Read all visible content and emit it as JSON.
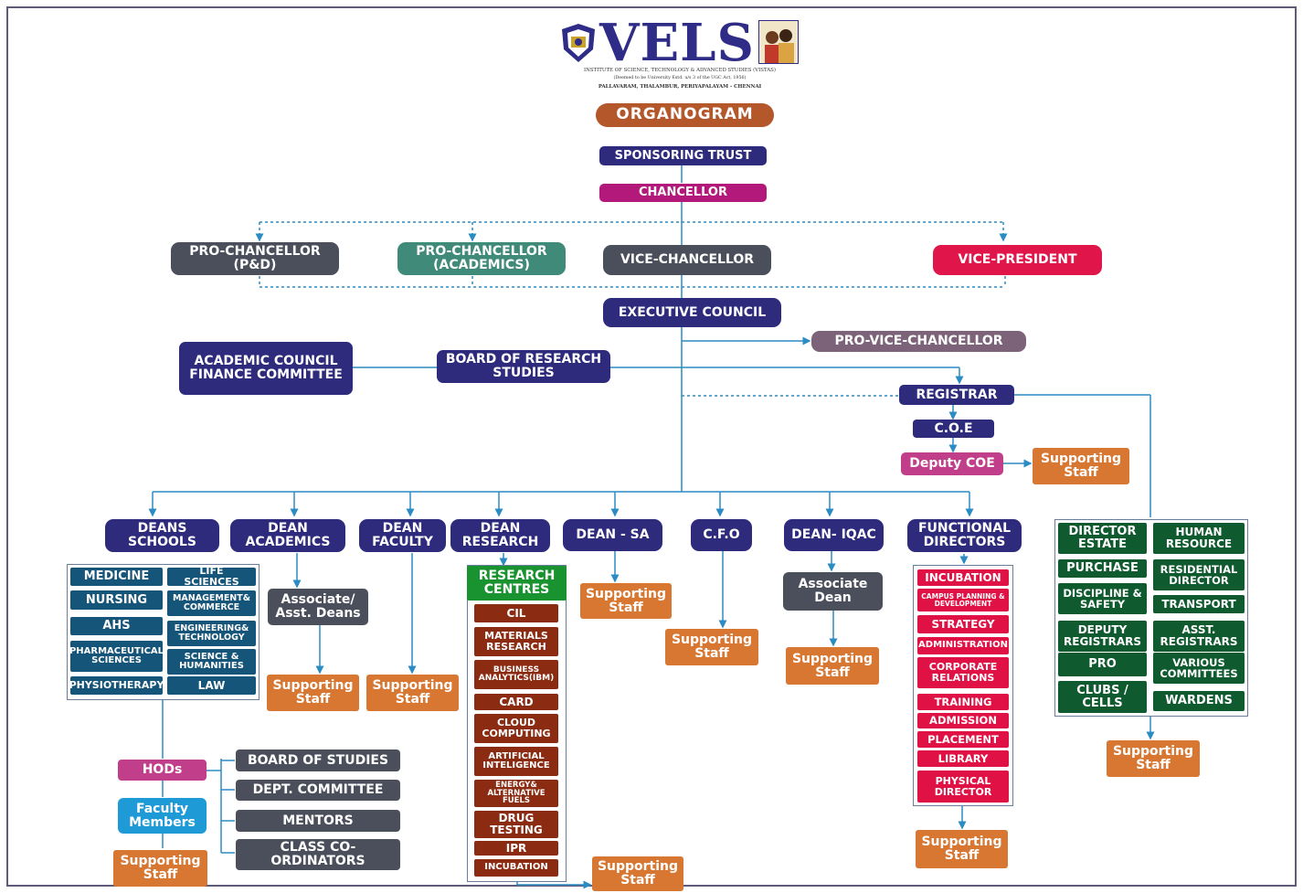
{
  "header": {
    "logo_mark": "VELS",
    "logo_title": "VELS",
    "institute_line": "INSTITUTE OF SCIENCE, TECHNOLOGY & ADVANCED STUDIES (VISTAS)",
    "deemed_line": "(Deemed to be University Estd. u/s 3 of the UGC Act, 1956)",
    "address_line": "PALLAVARAM, THALAMBUR, PERIYAPALAYAM - CHENNAI"
  },
  "top": {
    "organogram": "ORGANOGRAM",
    "sponsoring_trust": "SPONSORING TRUST",
    "chancellor": "CHANCELLOR",
    "pro_chancellor_pd": "PRO-CHANCELLOR (P&D)",
    "pro_chancellor_academics": "PRO-CHANCELLOR (ACADEMICS)",
    "vice_chancellor": "VICE-CHANCELLOR",
    "vice_president": "VICE-PRESIDENT",
    "executive_council": "EXECUTIVE COUNCIL",
    "pro_vice_chancellor": "PRO-VICE-CHANCELLOR",
    "academic_council": "ACADEMIC COUNCIL",
    "finance_committee": "FINANCE COMMITTEE",
    "board_of_research_studies": "BOARD OF RESEARCH STUDIES",
    "registrar": "REGISTRAR",
    "coe": "C.O.E",
    "deputy_coe": "Deputy COE",
    "supporting_staff_coe": "Supporting Staff"
  },
  "row": {
    "deans_schools": "DEANS SCHOOLS",
    "dean_academics": "DEAN ACADEMICS",
    "dean_faculty": "DEAN FACULTY",
    "dean_research": "DEAN RESEARCH",
    "dean_sa": "DEAN - SA",
    "cfo": "C.F.O",
    "dean_iqac": "DEAN- IQAC",
    "functional_directors": "FUNCTIONAL DIRECTORS"
  },
  "schools_left": [
    "MEDICINE",
    "NURSING",
    "AHS",
    "PHARMACEUTICAL SCIENCES",
    "PHYSIOTHERAPY"
  ],
  "schools_right": [
    "LIFE SCIENCES",
    "MANAGEMENT& COMMERCE",
    "ENGINEERING& TECHNOLOGY",
    "SCIENCE & HUMANITIES",
    "LAW"
  ],
  "academics": {
    "associate_deans": "Associate/ Asst. Deans",
    "supporting_staff": "Supporting Staff"
  },
  "faculty": {
    "supporting_staff": "Supporting Staff"
  },
  "research": {
    "centres": "RESEARCH CENTRES",
    "items": [
      "CIL",
      "MATERIALS RESEARCH",
      "BUSINESS ANALYTICS(IBM)",
      "CARD",
      "CLOUD COMPUTING",
      "ARTIFICIAL INTELIGENCE",
      "ENERGY& ALTERNATIVE FUELS",
      "DRUG TESTING",
      "IPR",
      "INCUBATION"
    ],
    "supporting_staff": "Supporting Staff"
  },
  "sa": {
    "supporting_staff": "Supporting Staff"
  },
  "cfo_branch": {
    "supporting_staff": "Supporting Staff"
  },
  "iqac": {
    "associate_dean": "Associate Dean",
    "supporting_staff": "Supporting Staff"
  },
  "functional": {
    "items": [
      "INCUBATION",
      "CAMPUS PLANNING & DEVELOPMENT",
      "STRATEGY",
      "ADMINISTRATION",
      "CORPORATE RELATIONS",
      "TRAINING",
      "ADMISSION",
      "PLACEMENT",
      "LIBRARY",
      "PHYSICAL DIRECTOR"
    ],
    "supporting_staff": "Supporting Staff"
  },
  "registrar_panel": {
    "left": [
      "DIRECTOR ESTATE",
      "PURCHASE",
      "DISCIPLINE & SAFETY",
      "DEPUTY REGISTRARS",
      "PRO",
      "CLUBS / CELLS"
    ],
    "right": [
      "HUMAN RESOURCE",
      "RESIDENTIAL DIRECTOR",
      "TRANSPORT",
      "ASST. REGISTRARS",
      "VARIOUS COMMITTEES",
      "WARDENS"
    ],
    "supporting_staff": "Supporting Staff"
  },
  "hod": {
    "hods": "HODs",
    "faculty_members": "Faculty Members",
    "supporting_staff": "Supporting Staff",
    "board_of_studies": "BOARD OF STUDIES",
    "dept_committee": "DEPT. COMMITTEE",
    "mentors": "MENTORS",
    "class_coordinators": "CLASS CO-ORDINATORS"
  },
  "colors": {
    "navy": "#2e2a7c",
    "dark_gray": "#4b4f5c",
    "teal": "#3f8a79",
    "red": "#e0154a",
    "magenta": "#b3197b",
    "orange": "#d77731",
    "green": "#19932f",
    "maroon": "#8a2b12",
    "crimson": "#e01144",
    "dark_green": "#0f5a2e",
    "steel_blue": "#16557a",
    "line": "#2b8cc4"
  }
}
